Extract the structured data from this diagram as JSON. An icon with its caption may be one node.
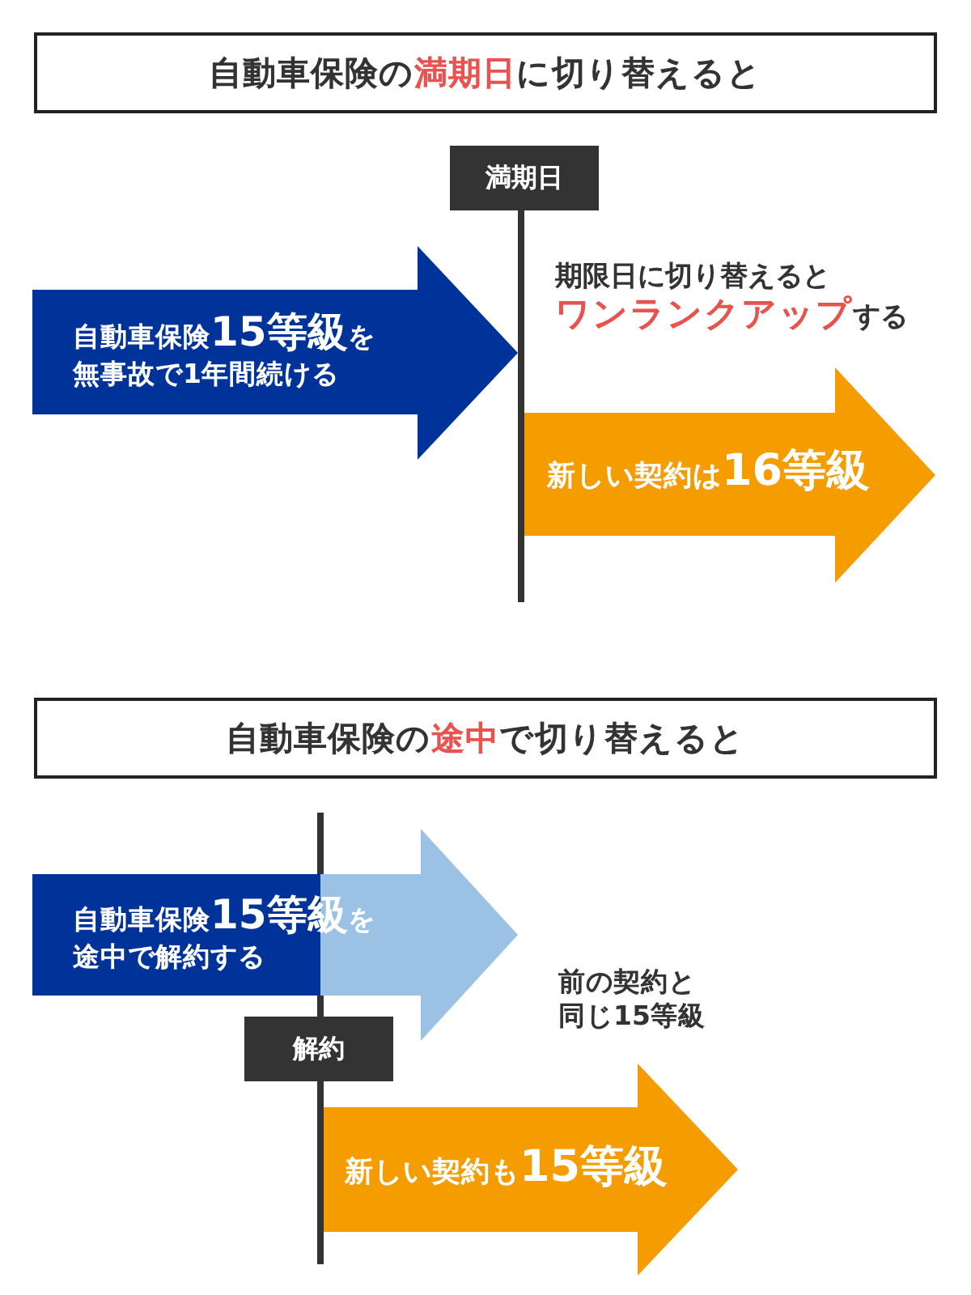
{
  "diagram": {
    "nodes": [
      {
        "text": [
          "自動車保険の**満期日**に切り替えると"
        ]
      },
      {
        "text": [
          "満期日"
        ]
      },
      {
        "text": [
          "自動車保険**15等級**を無事故で1年間続ける"
        ]
      },
      {
        "text": [
          "新しい契約は**16等級**"
        ]
      },
      {
        "text": [
          "自動車保険の**途中**で切り替えると"
        ]
      },
      {
        "text": [
          "自動車保険**15等級**を途中で解約する"
        ]
      },
      {
        "text": [
          "解約"
        ]
      },
      {
        "text": [
          "新しい契約も**15等級**"
        ]
      }
    ],
    "labels": [
      "期限日に切り替えると**ワンランクアップ**する",
      "前の契約と同じ15等級"
    ]
  }
}
